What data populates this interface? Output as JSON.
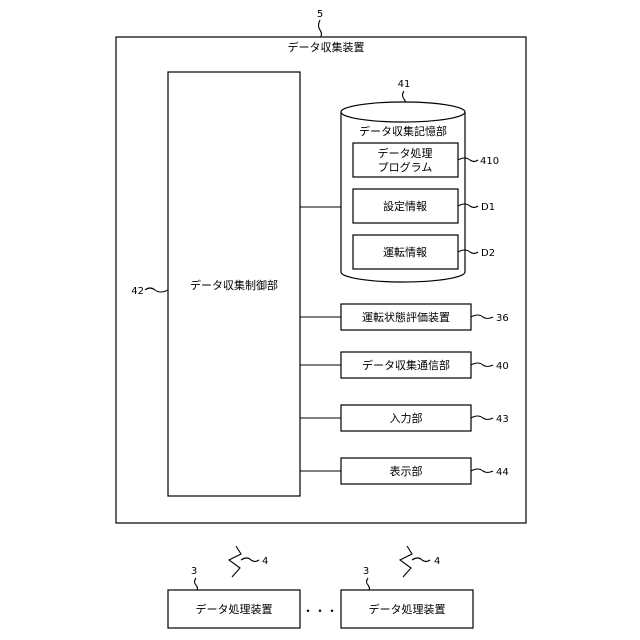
{
  "outer": {
    "label": "データ収集装置",
    "ref": "5"
  },
  "controller": {
    "label": "データ収集制御部",
    "ref": "42"
  },
  "storage": {
    "label": "データ収集記憶部",
    "ref": "41",
    "program": {
      "line1": "データ処理",
      "line2": "プログラム",
      "ref": "410"
    },
    "settings": {
      "label": "設定情報",
      "ref": "D1"
    },
    "operation": {
      "label": "運転情報",
      "ref": "D2"
    }
  },
  "evaluation": {
    "label": "運転状態評価装置",
    "ref": "36"
  },
  "communication": {
    "label": "データ収集通信部",
    "ref": "40"
  },
  "input": {
    "label": "入力部",
    "ref": "43"
  },
  "display": {
    "label": "表示部",
    "ref": "44"
  },
  "wireless": {
    "left_ref": "4",
    "right_ref": "4"
  },
  "devices": [
    {
      "label": "データ処理装置",
      "ref": "3"
    },
    {
      "label": "データ処理装置",
      "ref": "3"
    }
  ],
  "ellipsis": "・・・"
}
